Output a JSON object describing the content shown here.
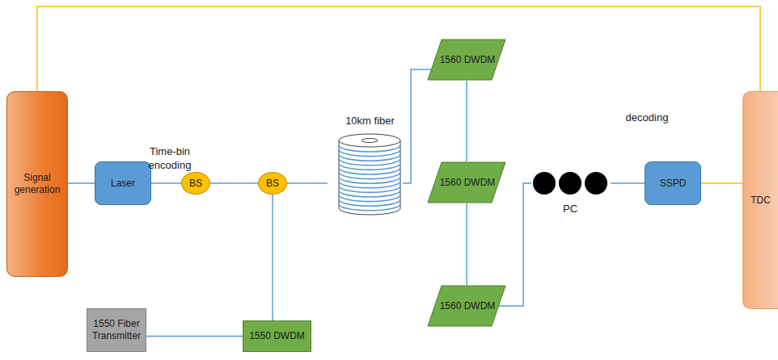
{
  "diagram": {
    "nodes": [
      {
        "text": [
          "Signal generation"
        ]
      },
      {
        "text": [
          "Laser"
        ]
      },
      {
        "text": [
          "BS"
        ]
      },
      {
        "text": [
          "BS"
        ]
      },
      {
        "text": [
          "10km fiber"
        ]
      },
      {
        "text": [
          "1560 DWDM"
        ]
      },
      {
        "text": [
          "1560 DWDM"
        ]
      },
      {
        "text": [
          "1560 DWDM"
        ]
      },
      {
        "text": [
          "PC"
        ]
      },
      {
        "text": [
          "SSPD"
        ]
      },
      {
        "text": [
          "TDC"
        ]
      },
      {
        "text": [
          "1550 Fiber Transmitter"
        ]
      },
      {
        "text": [
          "1550 DWDM"
        ]
      }
    ],
    "edges": [
      {
        "from": 0,
        "to": 1,
        "arrow": "none"
      },
      {
        "from": 1,
        "to": 2,
        "arrow": "none"
      },
      {
        "from": 2,
        "to": 3,
        "arrow": "none"
      },
      {
        "from": 3,
        "to": 4,
        "arrow": "none"
      },
      {
        "from": 4,
        "to": 5,
        "arrow": "none"
      },
      {
        "from": 5,
        "to": 6,
        "arrow": "none"
      },
      {
        "from": 6,
        "to": 7,
        "arrow": "none"
      },
      {
        "from": 7,
        "to": 8,
        "arrow": "none"
      },
      {
        "from": 8,
        "to": 9,
        "arrow": "none"
      },
      {
        "from": 9,
        "to": 10,
        "arrow": "none"
      },
      {
        "from": 0,
        "to": 10,
        "arrow": "none"
      },
      {
        "from": 11,
        "to": 12,
        "arrow": "none"
      },
      {
        "from": 12,
        "to": 3,
        "arrow": "none"
      }
    ],
    "labels": [
      "Time-bin encoding",
      "decoding"
    ]
  }
}
